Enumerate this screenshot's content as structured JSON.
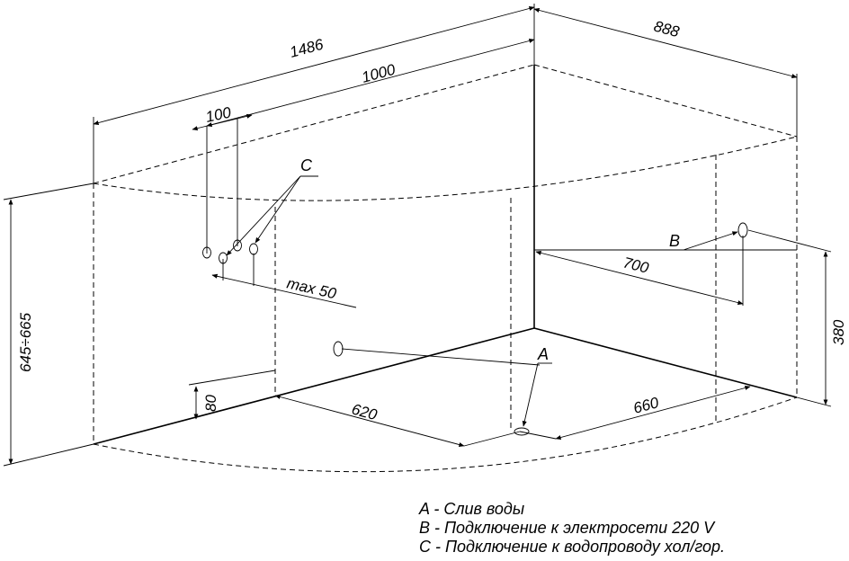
{
  "dimensions": {
    "length": "1486",
    "width": "888",
    "inner_length": "1000",
    "pipe_gap": "100",
    "height_range": "645÷665",
    "b_height": "380",
    "b_distance": "700",
    "drain_left": "620",
    "drain_right": "660",
    "drain_height": "80",
    "max_offset": "max 50"
  },
  "markers": {
    "a": "A",
    "b": "B",
    "c": "C"
  },
  "legend": {
    "a": "A - Слив воды",
    "b": "B - Подключение к электросети 220 V",
    "c": "C - Подключение к водопроводу хол/гор."
  }
}
